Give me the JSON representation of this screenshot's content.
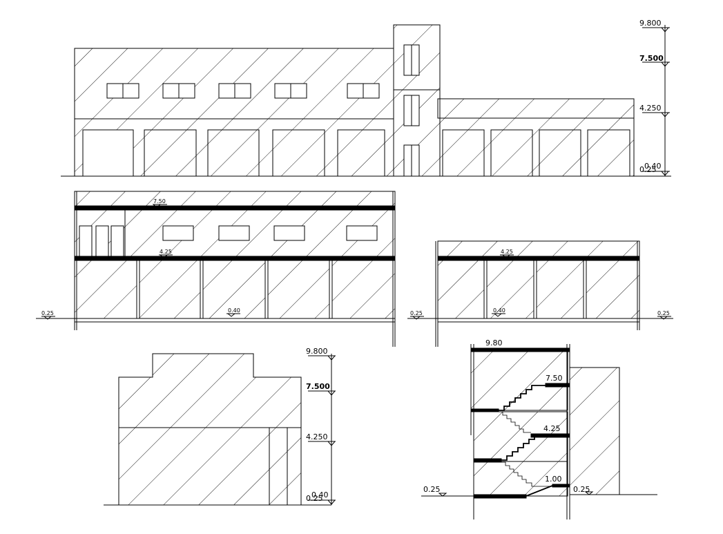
{
  "front_elevation": {
    "levels": {
      "top": "9.800",
      "second": "7.500",
      "first": "4.250",
      "ground_a": "0.40",
      "ground_b": "0.25"
    }
  },
  "long_section": {
    "levels": {
      "second": "7.50",
      "first": "4.25",
      "floor": "0.40",
      "outside": "0.25"
    }
  },
  "short_section": {
    "levels": {
      "first": "4.25",
      "floor": "0.40",
      "outside_left": "0.25",
      "outside_right": "0.25"
    }
  },
  "side_elevation": {
    "levels": {
      "top": "9.800",
      "second": "7.500",
      "first": "4.250",
      "ground_a": "0.40",
      "ground_b": "0.25"
    }
  },
  "stair_section": {
    "levels": {
      "top": "9.80",
      "second": "7.50",
      "first": "4.25",
      "landing": "1.00",
      "outside_left": "0.25",
      "outside_right": "0.25"
    }
  }
}
